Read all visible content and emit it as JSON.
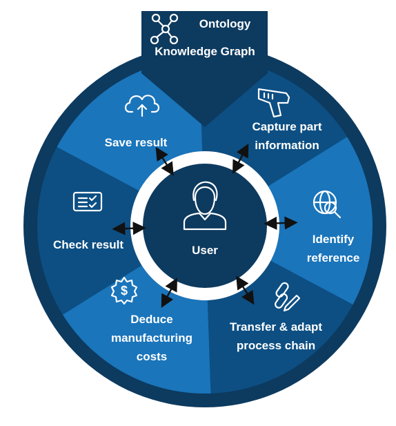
{
  "header": {
    "title_line1": "Ontology",
    "title_line2": "Knowledge Graph",
    "icon": "network-graph-icon"
  },
  "center": {
    "label": "User",
    "icon": "user-person-icon"
  },
  "segments": [
    {
      "id": "save-result",
      "lines": [
        "Save result"
      ],
      "icon": "cloud-upload-icon",
      "color": "#1a75bb"
    },
    {
      "id": "capture-part-information",
      "lines": [
        "Capture part",
        "information"
      ],
      "icon": "barcode-scanner-icon",
      "color": "#0d4f83"
    },
    {
      "id": "identify-reference",
      "lines": [
        "Identify",
        "reference"
      ],
      "icon": "globe-search-icon",
      "color": "#1a75bb"
    },
    {
      "id": "transfer-adapt-process-chain",
      "lines": [
        "Transfer & adapt",
        "process chain"
      ],
      "icon": "link-pen-icon",
      "color": "#0d4f83"
    },
    {
      "id": "deduce-manufacturing-costs",
      "lines": [
        "Deduce",
        "manufacturing",
        "costs"
      ],
      "icon": "gear-dollar-icon",
      "color": "#1a75bb"
    },
    {
      "id": "check-result",
      "lines": [
        "Check result"
      ],
      "icon": "checklist-icon",
      "color": "#0d4f83"
    }
  ],
  "colors": {
    "outer_ring": "#0d3a5f",
    "header_bg": "#0d3a5f",
    "center_bg": "#0d3a5f",
    "white_ring": "#ffffff",
    "segment_dark": "#0d4f83",
    "segment_light": "#1a75bb",
    "connector": "#111111"
  }
}
